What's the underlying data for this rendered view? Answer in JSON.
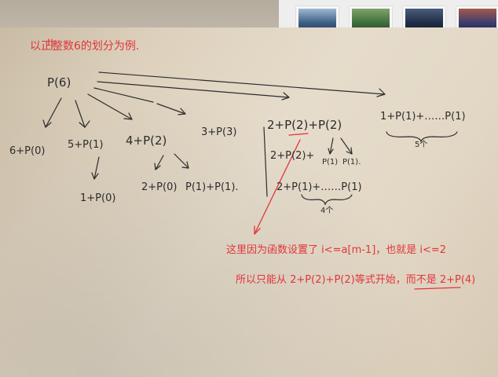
{
  "note": {
    "title": "以正整数6的划分为例.",
    "root": "P(6)",
    "level1": [
      "6+P(0)",
      "5+P(1)",
      "4+P(2)",
      "3+P(3)",
      "2+P(2)+P(2)",
      "1+P(1)+……P(1)"
    ],
    "level1_brace_count": "5个",
    "level2_from_5": "1+P(0)",
    "level2_from_4": [
      "2+P(0)",
      "P(1)+P(1)."
    ],
    "level2_from_2": [
      "2+P(2)+",
      "P(1)",
      "P(1)."
    ],
    "level3_from_2": "2+P(1)+……P(1)",
    "level3_brace_count": "4个",
    "red_note_line1": "这里因为函数设置了 i<=a[m-1]，也就是 i<=2",
    "red_note_line2": "所以只能从 2+P(2)+P(2)等式开始，而不是 2+P(4)"
  },
  "colors": {
    "ink": "#2c2c2c",
    "red_ink": "#e2353b",
    "paper": "#e3d8c6",
    "card": "#eeeeee"
  }
}
